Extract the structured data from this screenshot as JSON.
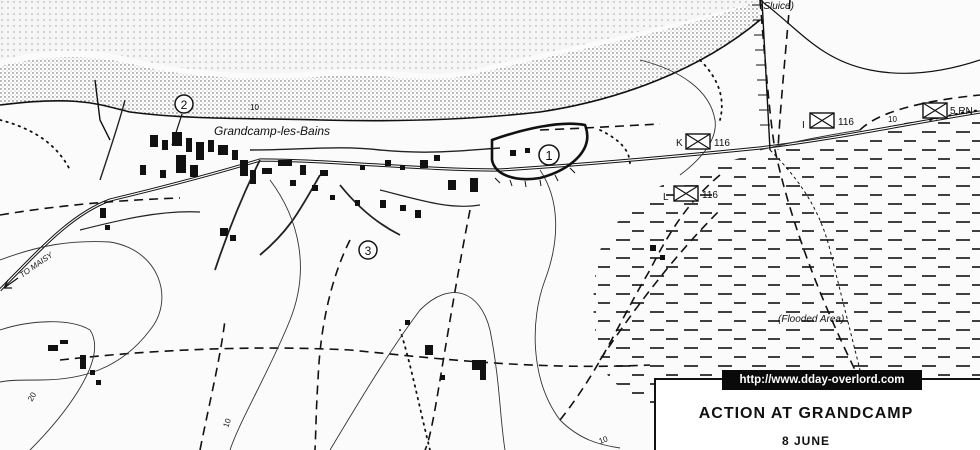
{
  "map": {
    "place_label": "Grandcamp-les-Bains",
    "sluice_label": "(Sluice)",
    "flooded_label": "(Flooded       Area)",
    "road_label": "TO MAISY",
    "markers": [
      "1",
      "2",
      "3"
    ],
    "units": [
      {
        "company": "K",
        "regiment": "116"
      },
      {
        "company": "L",
        "regiment": "116"
      },
      {
        "company": "I",
        "regiment": "116"
      },
      {
        "company": "",
        "regiment": "5 RN"
      }
    ],
    "contours": [
      "10",
      "10",
      "10",
      "20",
      "10"
    ]
  },
  "banner": {
    "url": "http://www.dday-overlord.com"
  },
  "title_box": {
    "title": "ACTION AT GRANDCAMP",
    "date": "8 JUNE"
  }
}
